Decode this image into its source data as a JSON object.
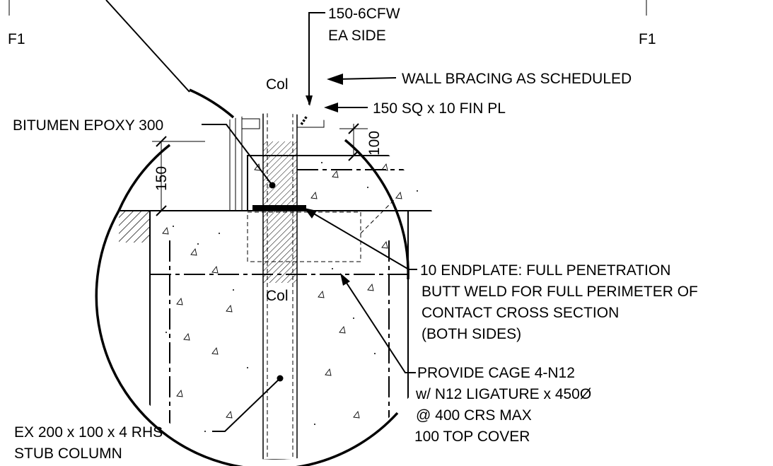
{
  "labels": {
    "grid_left": "F1",
    "grid_right": "F1",
    "weld_line1": "150-6CFW",
    "weld_line2": "EA SIDE",
    "wall_bracing": "WALL BRACING AS SCHEDULED",
    "fin_plate": "150 SQ x 10 FIN PL",
    "bitumen": "BITUMEN EPOXY 300",
    "col_top": "Col",
    "col_bottom": "Col",
    "dim_150": "150",
    "dim_100": "100",
    "endplate": [
      "10 ENDPLATE: FULL PENETRATION",
      "BUTT WELD FOR FULL PERIMETER OF",
      "CONTACT CROSS SECTION",
      "(BOTH SIDES)"
    ],
    "cage": [
      "PROVIDE CAGE 4-N12",
      "w/ N12 LIGATURE x 450Ø",
      "@ 400 CRS MAX",
      "100 TOP COVER"
    ],
    "stub": [
      "EX 200 x 100 x 4 RHS",
      "STUB COLUMN"
    ]
  }
}
